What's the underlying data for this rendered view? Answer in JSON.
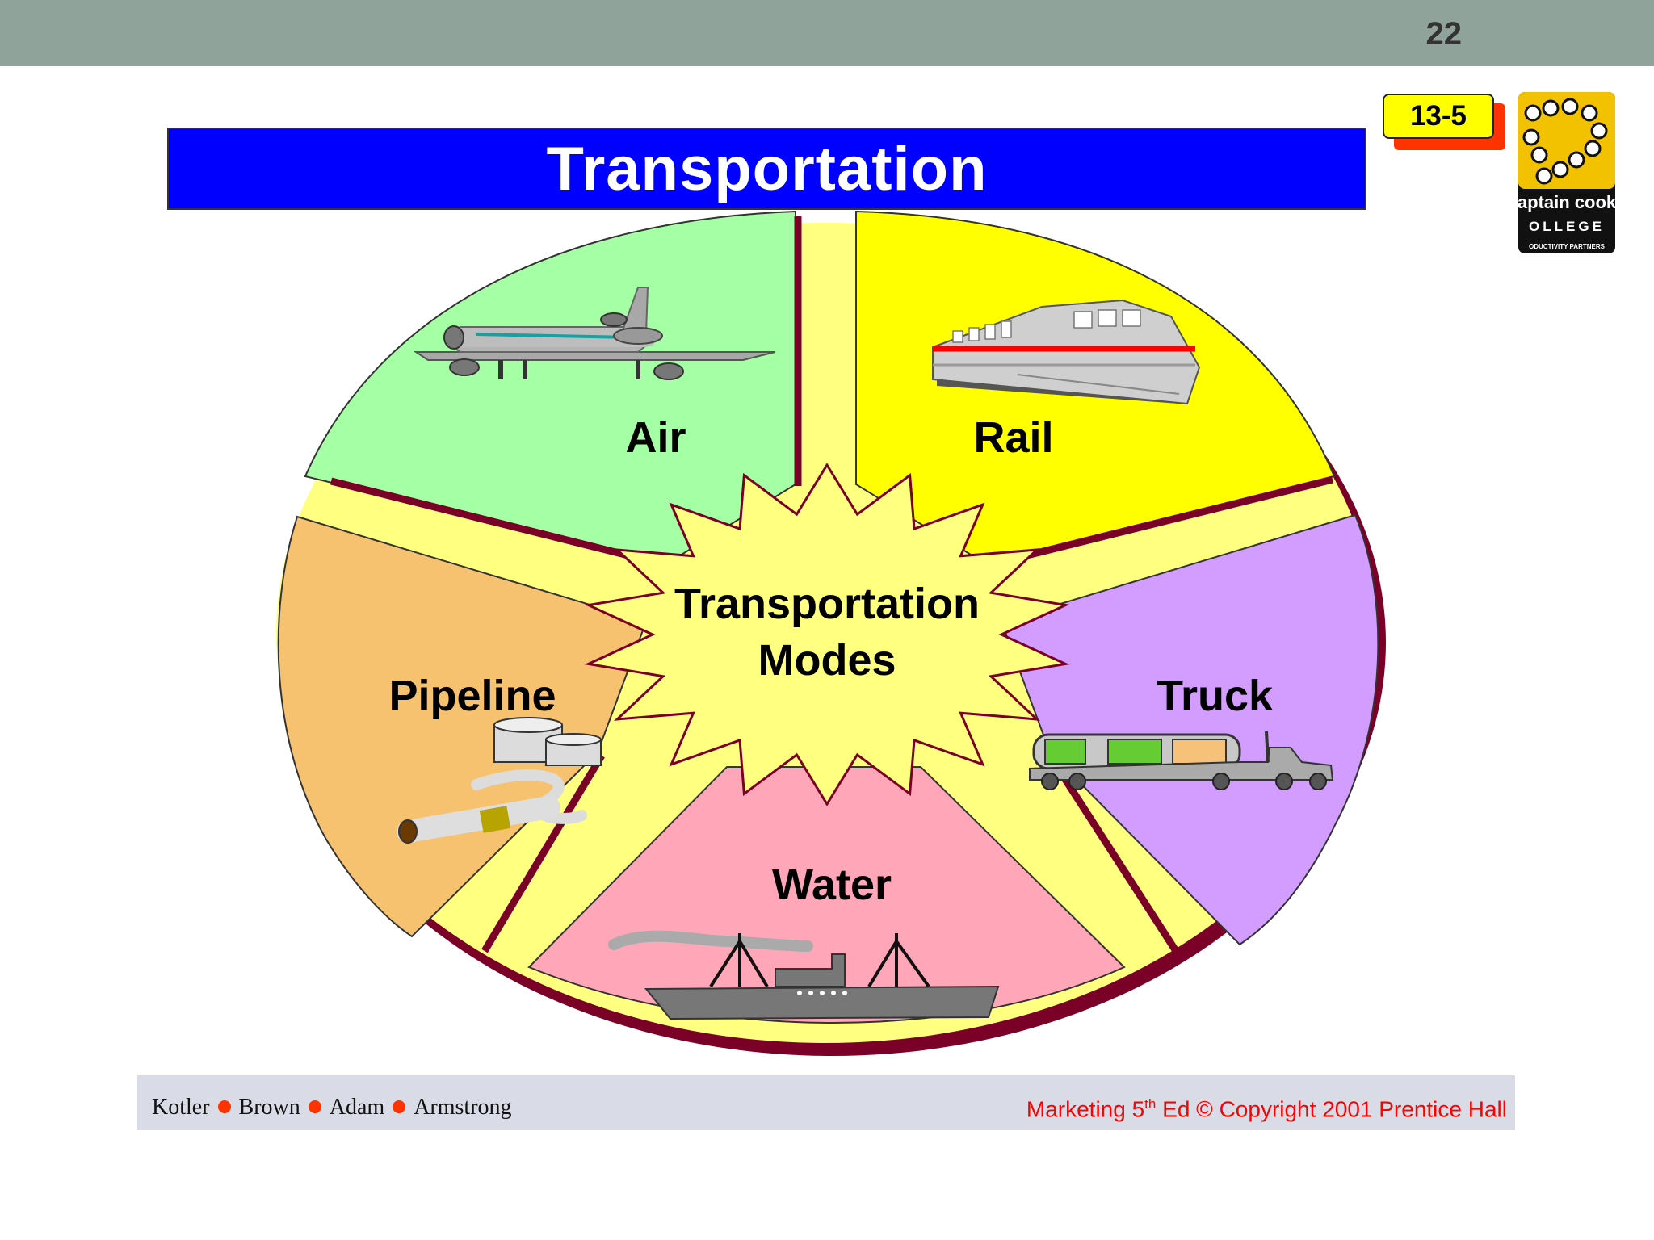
{
  "slide": {
    "page_number": "22",
    "slide_code": "13-5",
    "title": "Transportation"
  },
  "diagram": {
    "center_line1": "Transportation",
    "center_line2": "Modes",
    "segments": [
      {
        "label": "Air",
        "color": "#a5ffa5"
      },
      {
        "label": "Rail",
        "color": "#ffff00"
      },
      {
        "label": "Truck",
        "color": "#d39cff"
      },
      {
        "label": "Water",
        "color": "#ffa7b8"
      },
      {
        "label": "Pipeline",
        "color": "#f7c270"
      }
    ],
    "rim_color": "#7a0028",
    "gap_color": "#ffff80",
    "star_color": "#ffff80"
  },
  "logo": {
    "brand": "aptain cook",
    "sub": "OLLEGE",
    "tagline": "ODUCTIVITY PARTNERS"
  },
  "footer": {
    "authors": [
      "Kotler",
      "Brown",
      "Adam",
      "Armstrong"
    ],
    "right_prefix": "Marketing 5",
    "right_sup": "th",
    "right_suffix": " Ed © Copyright 2001 Prentice Hall"
  }
}
